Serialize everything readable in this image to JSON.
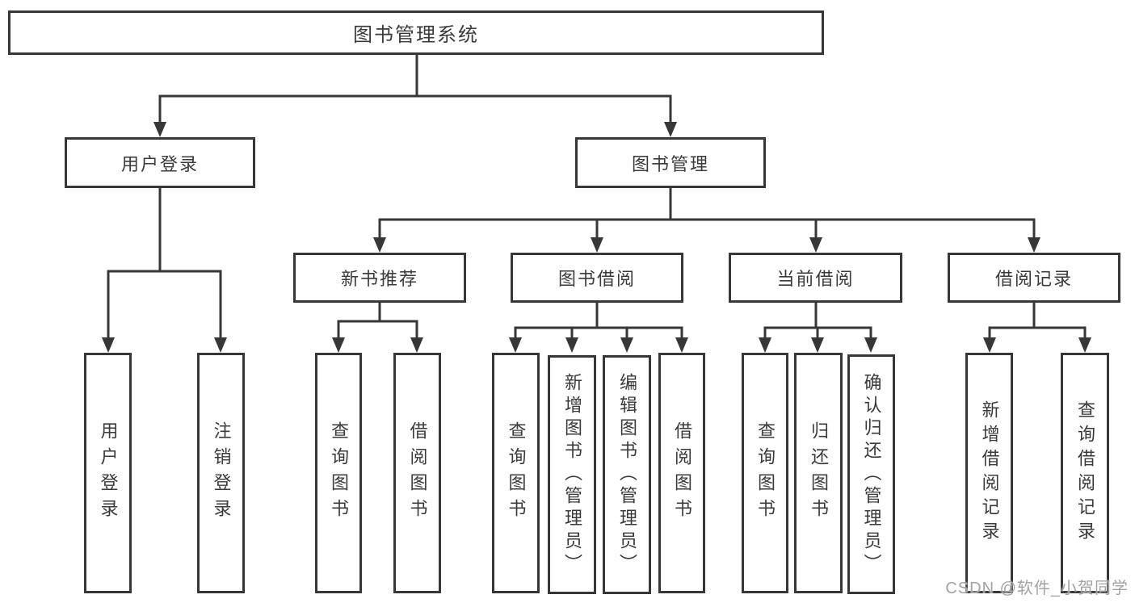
{
  "diagram": {
    "root": {
      "label": "图书管理系统"
    },
    "user_login": {
      "label": "用户登录",
      "children": [
        "用户登录",
        "注销登录"
      ]
    },
    "book_management": {
      "label": "图书管理"
    },
    "new_book_recommendation": {
      "label": "新书推荐",
      "children": [
        "查询图书",
        "借阅图书"
      ]
    },
    "book_borrowing": {
      "label": "图书借阅",
      "children": [
        "查询图书",
        "新增图书（管理员）",
        "编辑图书（管理员）",
        "借阅图书"
      ]
    },
    "current_borrowing": {
      "label": "当前借阅",
      "children": [
        "查询图书",
        "归还图书",
        "确认归还（管理员）"
      ]
    },
    "borrowing_records": {
      "label": "借阅记录",
      "children": [
        "新增借阅记录",
        "查询借阅记录"
      ]
    }
  },
  "watermark": "CSDN @软件_小贺同学",
  "colors": {
    "line": "#373737",
    "text": "#3a3a3a",
    "watermark": "#a3a3a3",
    "background": "#ffffff"
  }
}
